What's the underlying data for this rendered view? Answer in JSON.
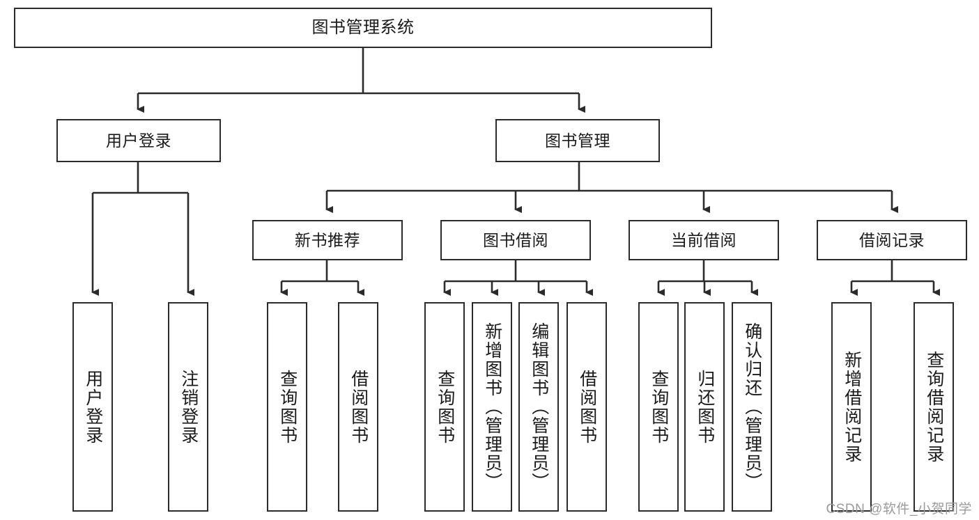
{
  "diagram": {
    "title": "图书管理系统",
    "watermark": "CSDN @软件_小贺同学",
    "line_color": "#2b2b2b",
    "text_color": "#1a1a1a",
    "background": "#ffffff",
    "nodes": {
      "root": "图书管理系统",
      "user_login": "用户登录",
      "book_manage": "图书管理",
      "new_book_rec": "新书推荐",
      "book_borrow": "图书借阅",
      "current_borrow": "当前借阅",
      "borrow_record": "借阅记录",
      "leaf_user_login": "用户登录",
      "leaf_logout_login": "注销登录",
      "leaf_query_book_1": "查询图书",
      "leaf_borrow_book_1": "借阅图书",
      "leaf_query_book_2": "查询图书",
      "leaf_add_book_admin": "新增图书（管理员）",
      "leaf_edit_book_admin": "编辑图书（管理员）",
      "leaf_borrow_book_2": "借阅图书",
      "leaf_query_book_3": "查询图书",
      "leaf_return_book": "归还图书",
      "leaf_confirm_return_admin": "确认归还（管理员）",
      "leaf_add_borrow_record": "新增借阅记录",
      "leaf_query_borrow_record": "查询借阅记录"
    }
  }
}
